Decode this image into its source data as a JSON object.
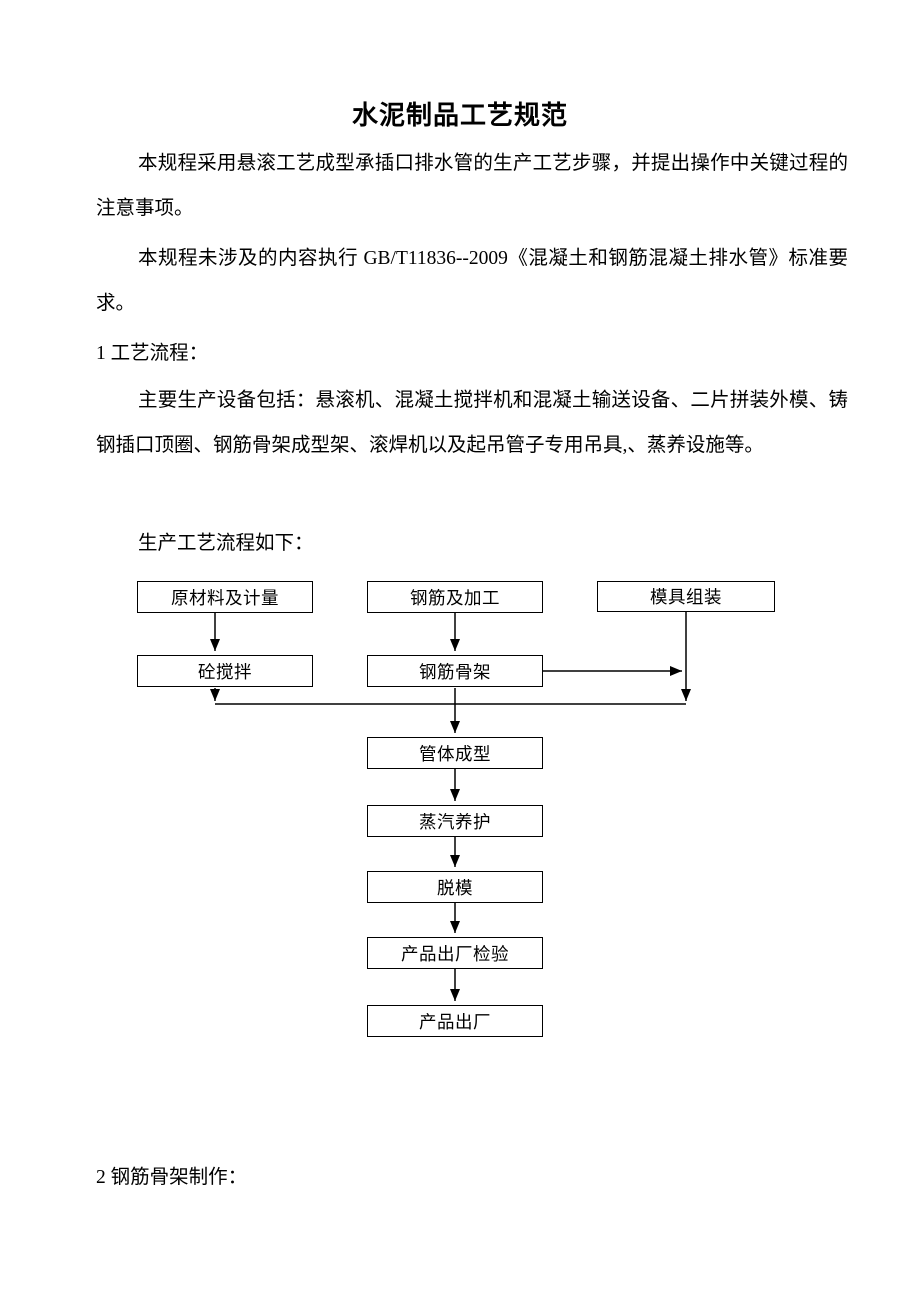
{
  "document": {
    "title": "水泥制品工艺规范",
    "intro_paragraph": "本规程采用悬滚工艺成型承插口排水管的生产工艺步骤，并提出操作中关键过程的注意事项。",
    "standard_paragraph": "本规程未涉及的内容执行 GB/T11836--2009《混凝土和钢筋混凝土排水管》标准要求。",
    "section1_heading": "1 工艺流程：",
    "equipment_paragraph": "主要生产设备包括：悬滚机、混凝土搅拌机和混凝土输送设备、二片拼装外模、铸钢插口顶圈、钢筋骨架成型架、滚焊机以及起吊管子专用吊具,、蒸养设施等。",
    "flow_intro": "生产工艺流程如下：",
    "section2_heading": "2 钢筋骨架制作："
  },
  "flowchart": {
    "boxes": {
      "raw_material": "原材料及计量",
      "rebar_processing": "钢筋及加工",
      "mold_assembly": "模具组装",
      "concrete_mixing": "砼搅拌",
      "rebar_cage": "钢筋骨架",
      "pipe_forming": "管体成型",
      "steam_curing": "蒸汽养护",
      "demolding": "脱模",
      "factory_inspection": "产品出厂检验",
      "factory_shipping": "产品出厂"
    }
  }
}
